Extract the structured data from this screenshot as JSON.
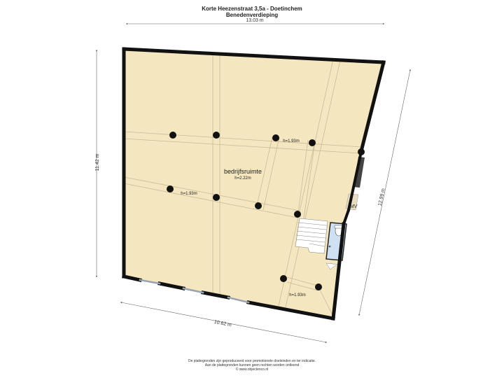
{
  "header": {
    "address": "Korte Heezenstraat 3,5a - Doetinchem",
    "floor": "Benedenverdieping"
  },
  "dimensions": {
    "top_width": "13.03 m",
    "left_height": "11.42 m",
    "right_length": "12.99 m",
    "bottom_width": "10.62 m"
  },
  "room": {
    "name": "bedrijfsruimte",
    "height": "h=2.22m"
  },
  "beam_heights": {
    "upper_right": "h=1.93m",
    "middle_left": "h=1.93m",
    "bottom_right": "h=1.93m"
  },
  "appliance_label": "MV",
  "footer": {
    "line1": "De plattegronden zijn geproduceerd voor promotionele doeleinden en ter indicatie.",
    "line2": "Aan de plattegronden kunnen geen rechten worden ontleend",
    "line3": "© www.objectenco.nl"
  },
  "colors": {
    "floor": "#f4e6bf",
    "wall": "#111111",
    "beam": "#c9bb96",
    "bathroom": "#cfe0f2"
  }
}
